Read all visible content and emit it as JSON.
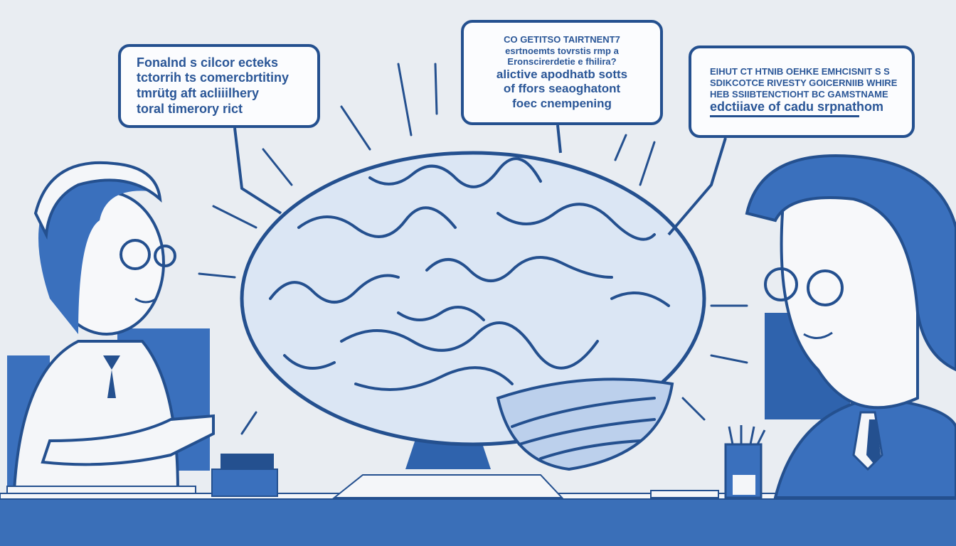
{
  "bubbles": {
    "left": {
      "lines": [
        "Fonalnd s cilcor ecteks",
        "tctorrih ts comercbrtitiny",
        "tmrütg aft acliiilhery",
        "toral timerory rict"
      ]
    },
    "center": {
      "lines": [
        "CO GETITSO TAIRTNENT7",
        "esrtnoemts tovrstis rmp a",
        "Eronscirerdetie e fhilira?",
        "alictive apodhatb sotts",
        "of ffors seaoghatont",
        "foec cnempening"
      ]
    },
    "right": {
      "lines": [
        "EIHUT CT HTNIB OEHKE EMHCISNIT S S",
        "SDIKCOTCE RIVESTY GOICERNIIB WHIRE",
        "HEB SSIIBTENCTIOHT BC GAMSTNAME",
        "edctiiave of cadu srpnathom"
      ]
    }
  },
  "colors": {
    "accent": "#24508f",
    "mid_blue": "#3a70bd",
    "light": "#e9edf2",
    "brain": "#dbe6f4"
  }
}
